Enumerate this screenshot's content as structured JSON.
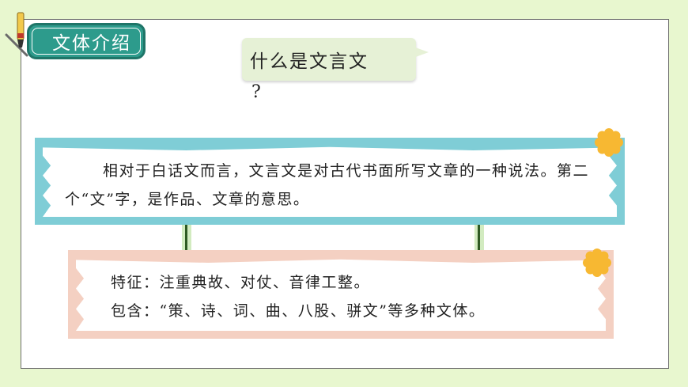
{
  "title_tab": {
    "label": "文体介绍"
  },
  "question": {
    "text": "什么是文言文",
    "mark": "?"
  },
  "definition_card": {
    "text": "相对于白话文而言，文言文是对古代书面所写文章的一种说法。第二个“文”字，是作品、文章的意思。"
  },
  "features_card": {
    "line1": "特征：注重典故、对仗、音律工整。",
    "line2": "包含：“策、诗、词、曲、八股、骈文”等多种文体。"
  },
  "colors": {
    "background": "#e8f7cf",
    "tab": "#2d9b8c",
    "card_teal": "#7fcdd6",
    "card_pink": "#f4d0c2",
    "flower": "#f7b832",
    "bubble": "#e6f1d6"
  },
  "icons": {
    "brush": "brush-icon",
    "flower": "flower-icon"
  }
}
